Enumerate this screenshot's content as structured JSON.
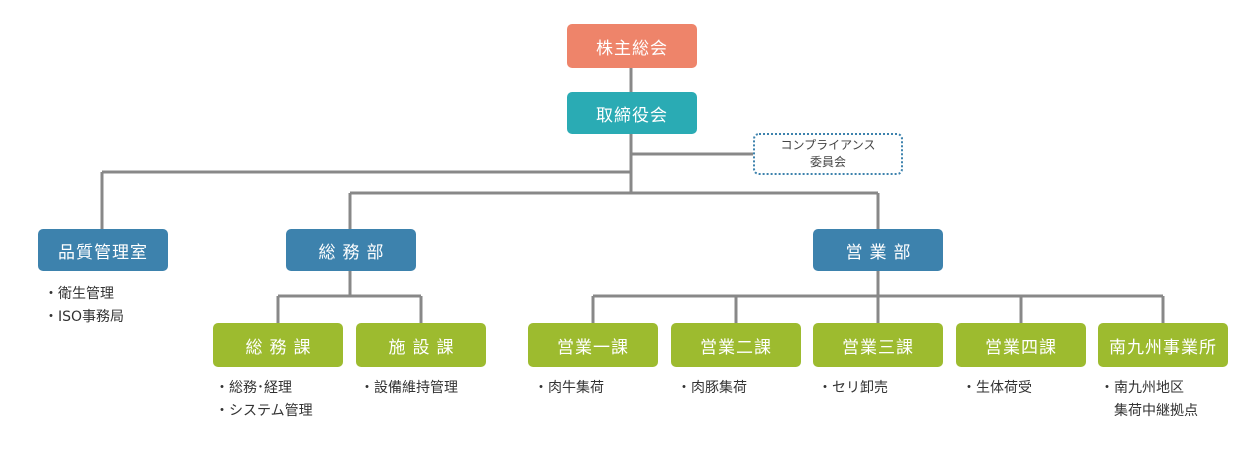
{
  "colors": {
    "shareholders": "#ee846a",
    "board": "#2aabb4",
    "department": "#3d82ad",
    "section": "#9dbb2f",
    "line": "#888888"
  },
  "top": {
    "shareholders": "株主総会",
    "board": "取締役会",
    "compliance_line1": "コンプライアンス",
    "compliance_line2": "委員会"
  },
  "departments": {
    "quality": {
      "label": "品質管理室",
      "notes": [
        "・衛生管理",
        "・ISO事務局"
      ]
    },
    "general": {
      "label": "総務部"
    },
    "sales": {
      "label": "営業部"
    }
  },
  "sections": [
    {
      "label": "総務課",
      "notes": [
        "・総務･経理",
        "・システム管理"
      ]
    },
    {
      "label": "施設課",
      "notes": [
        "・設備維持管理"
      ]
    },
    {
      "label": "営業一課",
      "notes": [
        "・肉牛集荷"
      ]
    },
    {
      "label": "営業二課",
      "notes": [
        "・肉豚集荷"
      ]
    },
    {
      "label": "営業三課",
      "notes": [
        "・セリ卸売"
      ]
    },
    {
      "label": "営業四課",
      "notes": [
        "・生体荷受"
      ]
    },
    {
      "label": "南九州事業所",
      "notes": [
        "・南九州地区",
        "集荷中継拠点"
      ]
    }
  ]
}
